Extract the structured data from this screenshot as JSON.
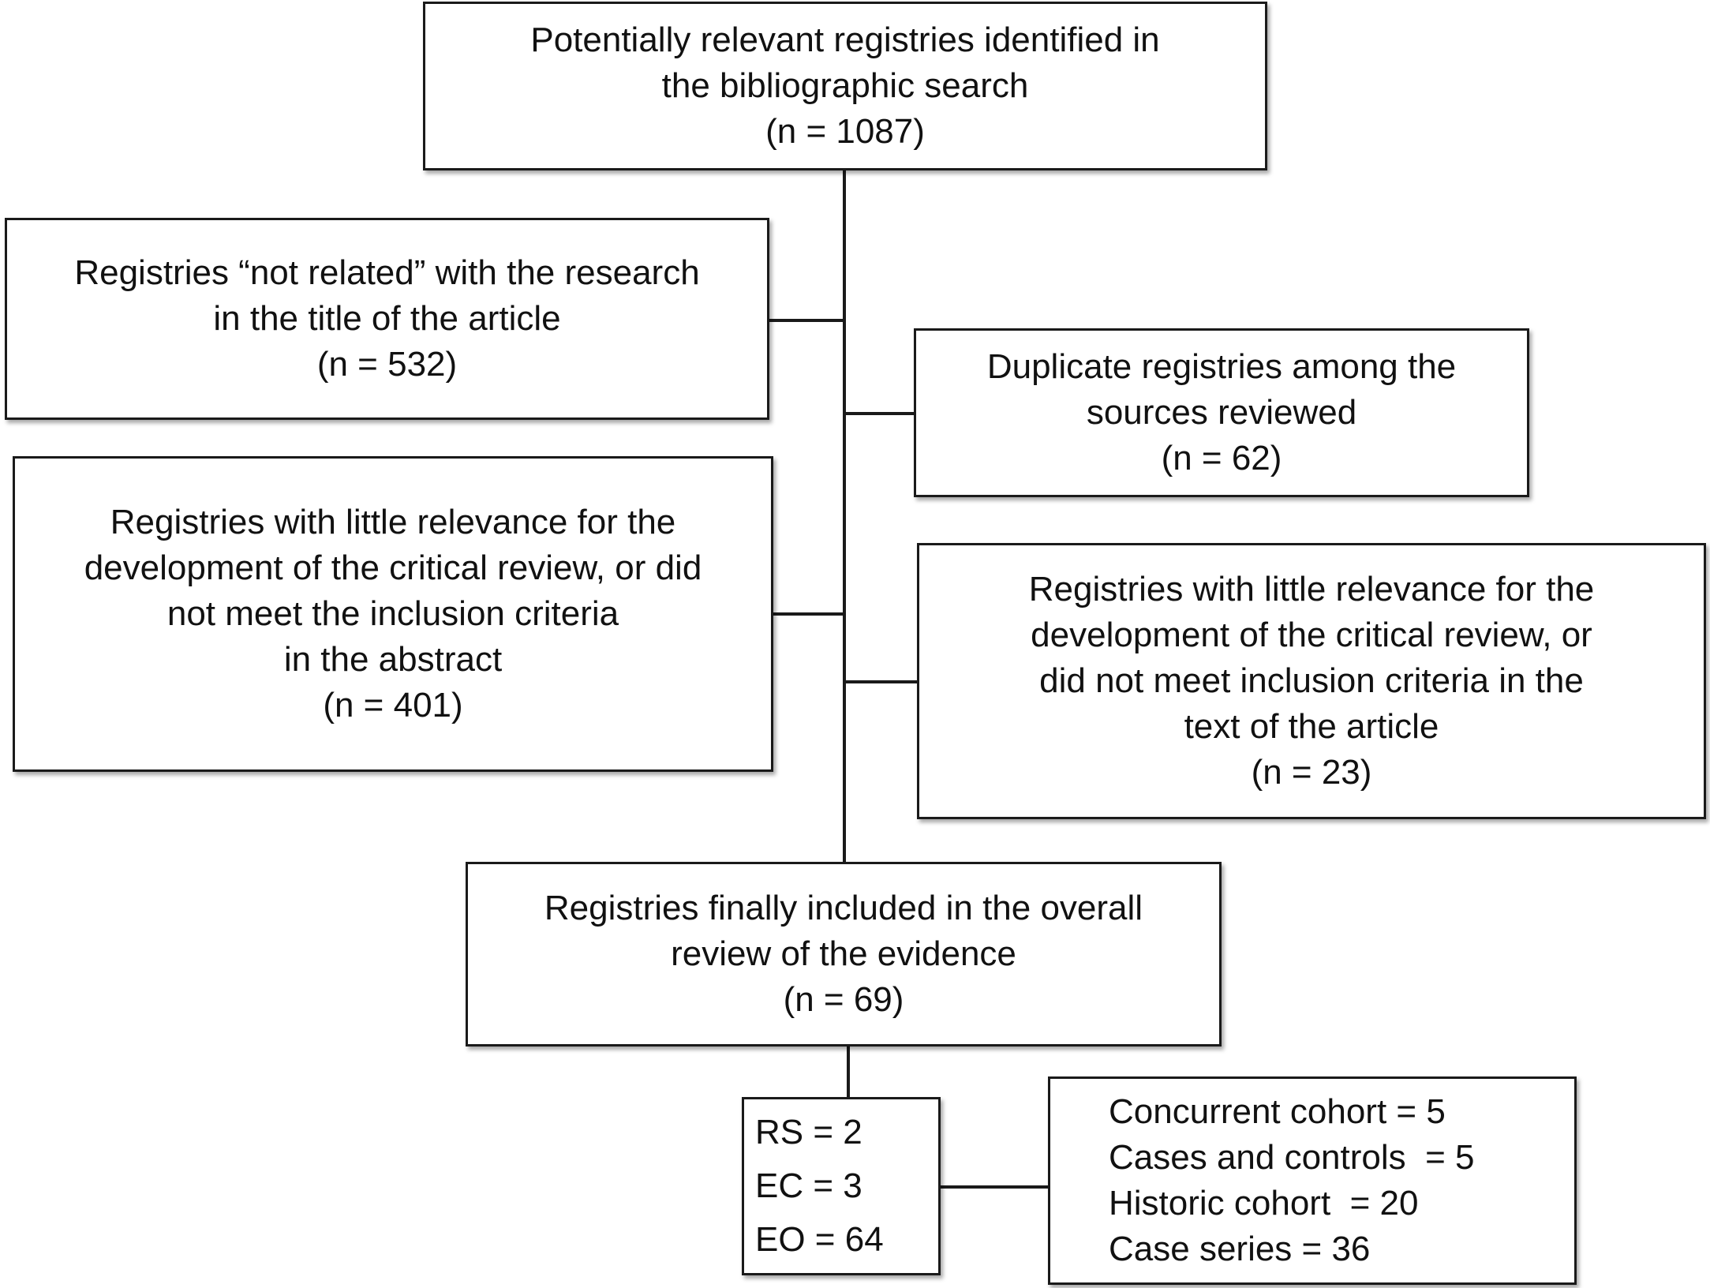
{
  "diagram": {
    "identified": {
      "lines": [
        "Potentially relevant registries identified in",
        "the bibliographic search",
        "(n = 1087)"
      ]
    },
    "not_related": {
      "lines": [
        "Registries “not related” with the research",
        "in the title of the article",
        "(n = 532)"
      ]
    },
    "duplicates": {
      "lines": [
        "Duplicate registries among the",
        "sources reviewed",
        "(n = 62)"
      ]
    },
    "abstract_excluded": {
      "lines": [
        "Registries with little relevance for the",
        "development of the critical review, or did",
        "not meet the inclusion criteria",
        "in the abstract",
        "(n = 401)"
      ]
    },
    "text_excluded": {
      "lines": [
        "Registries with little relevance for the",
        "development of the critical review, or",
        "did not meet inclusion criteria in the",
        "text of the article",
        "(n = 23)"
      ]
    },
    "included": {
      "lines": [
        "Registries finally included in the overall",
        "review of the evidence",
        "(n = 69)"
      ]
    },
    "study_types": {
      "lines": [
        "RS = 2",
        "EC = 3",
        "EO = 64"
      ]
    },
    "observational_breakdown": {
      "lines": [
        "Concurrent cohort = 5",
        "Cases and controls  = 5",
        "Historic cohort  = 20",
        "Case series = 36"
      ]
    }
  }
}
